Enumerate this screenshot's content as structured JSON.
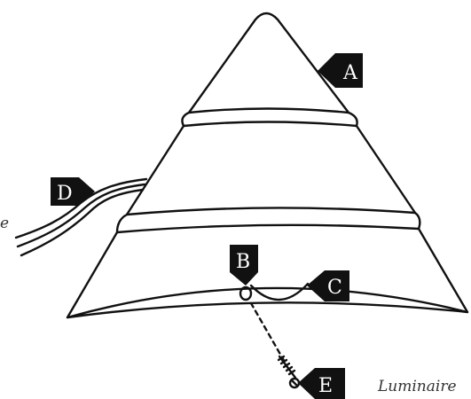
{
  "labels": {
    "a": "A",
    "b": "B",
    "c": "C",
    "d": "D",
    "e": "E"
  },
  "side_fragment": "e",
  "caption": "Luminaire"
}
